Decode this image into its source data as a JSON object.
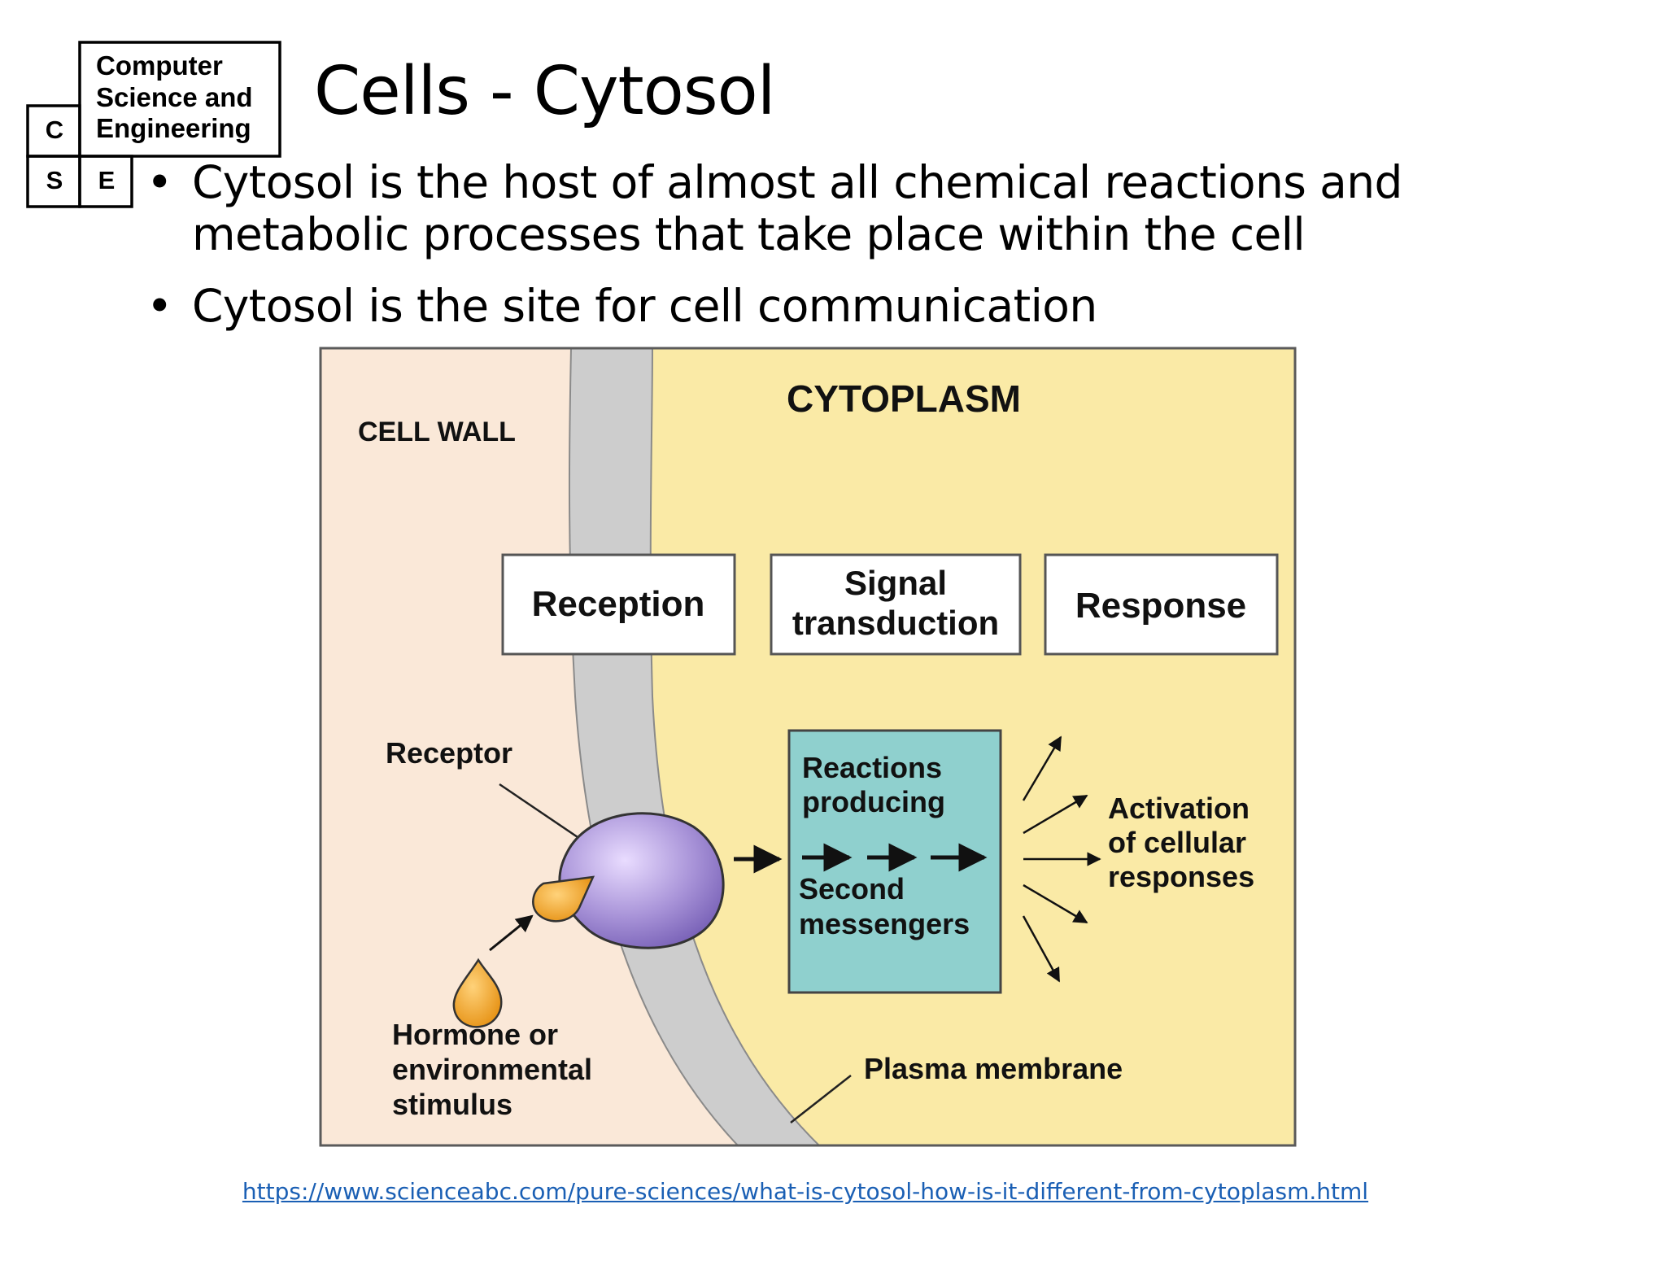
{
  "logo": {
    "text_lines": [
      "Computer",
      "Science and",
      "Engineering"
    ],
    "letters": [
      "C",
      "S",
      "E"
    ]
  },
  "slide": {
    "title": "Cells - Cytosol",
    "bullets": [
      "Cytosol is the host of almost all chemical reactions and metabolic processes that take place within the cell",
      "Cytosol is the site for cell communication"
    ],
    "bullet_glyph": "•"
  },
  "diagram": {
    "region_labels": {
      "cell_wall": "CELL WALL",
      "cytoplasm": "CYTOPLASM"
    },
    "stages": {
      "reception": "Reception",
      "signal_line1": "Signal",
      "signal_line2": "transduction",
      "response": "Response"
    },
    "labels": {
      "receptor": "Receptor",
      "reactions_line1": "Reactions",
      "reactions_line2": "producing",
      "reactions_line3": "Second",
      "reactions_line4": "messengers",
      "activation_line1": "Activation",
      "activation_line2": "of cellular",
      "activation_line3": "responses",
      "hormone_line1": "Hormone or",
      "hormone_line2": "environmental",
      "hormone_line3": "stimulus",
      "plasma_membrane": "Plasma membrane"
    },
    "colors": {
      "cell_wall_bg": "#fae8d8",
      "cytoplasm_bg": "#faeaa6",
      "membrane": "#cdcdcd",
      "receptor": "#9b86cf",
      "hormone": "#f0a21f",
      "reaction_box": "#8fd0ce"
    }
  },
  "source": {
    "url_text": "https://www.scienceabc.com/pure-sciences/what-is-cytosol-how-is-it-different-from-cytoplasm.html"
  }
}
